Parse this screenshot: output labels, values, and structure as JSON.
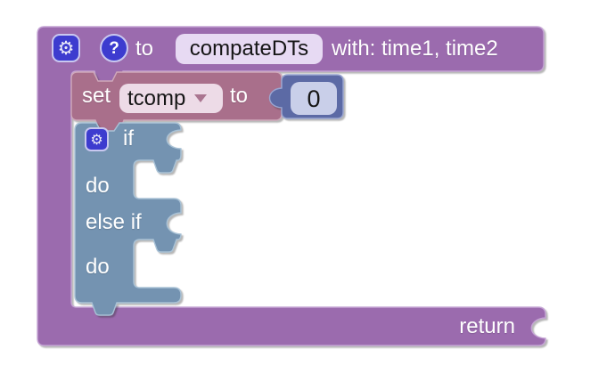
{
  "workspace": {
    "background": "#ffffff"
  },
  "procedure_block": {
    "to_label": "to",
    "name": "compateDTs",
    "params_label": "with: time1, time2",
    "return_label": "return",
    "fill": "#9b6bae"
  },
  "set_block": {
    "set_label": "set",
    "variable_name": "tcomp",
    "to_label": "to",
    "fill": "#a96f8b"
  },
  "number_block": {
    "value": "0",
    "fill": "#5c6aa5",
    "field_fill": "#c9cfe9"
  },
  "if_block": {
    "if_label": "if",
    "do_label": "do",
    "else_if_label": "else if",
    "do_label_2": "do",
    "fill": "#7493b1"
  },
  "icons": {
    "gear_glyph": "⚙",
    "help_glyph": "?",
    "button_fill": "#3d3ccf"
  }
}
